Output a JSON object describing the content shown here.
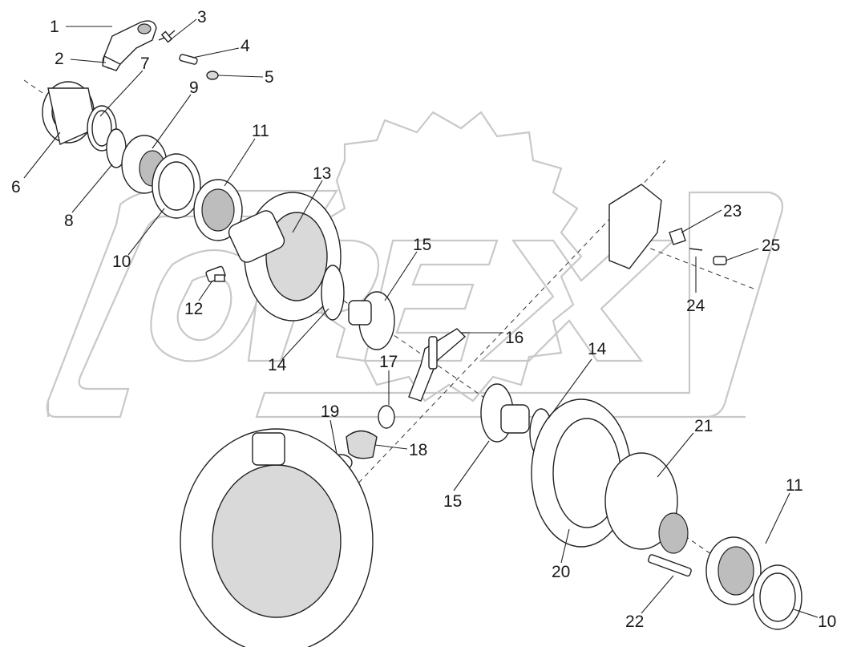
{
  "diagram": {
    "watermark": "OPEX",
    "callouts": [
      {
        "id": "c1",
        "label": "1"
      },
      {
        "id": "c2",
        "label": "2"
      },
      {
        "id": "c3",
        "label": "3"
      },
      {
        "id": "c4",
        "label": "4"
      },
      {
        "id": "c5",
        "label": "5"
      },
      {
        "id": "c6",
        "label": "6"
      },
      {
        "id": "c7",
        "label": "7"
      },
      {
        "id": "c8",
        "label": "8"
      },
      {
        "id": "c9",
        "label": "9"
      },
      {
        "id": "c10a",
        "label": "10"
      },
      {
        "id": "c10b",
        "label": "10"
      },
      {
        "id": "c11a",
        "label": "11"
      },
      {
        "id": "c11b",
        "label": "11"
      },
      {
        "id": "c12",
        "label": "12"
      },
      {
        "id": "c13",
        "label": "13"
      },
      {
        "id": "c14a",
        "label": "14"
      },
      {
        "id": "c14b",
        "label": "14"
      },
      {
        "id": "c15a",
        "label": "15"
      },
      {
        "id": "c15b",
        "label": "15"
      },
      {
        "id": "c16",
        "label": "16"
      },
      {
        "id": "c17",
        "label": "17"
      },
      {
        "id": "c18",
        "label": "18"
      },
      {
        "id": "c19",
        "label": "19"
      },
      {
        "id": "c20",
        "label": "20"
      },
      {
        "id": "c21",
        "label": "21"
      },
      {
        "id": "c22",
        "label": "22"
      },
      {
        "id": "c23",
        "label": "23"
      },
      {
        "id": "c24",
        "label": "24"
      },
      {
        "id": "c25",
        "label": "25"
      }
    ]
  }
}
